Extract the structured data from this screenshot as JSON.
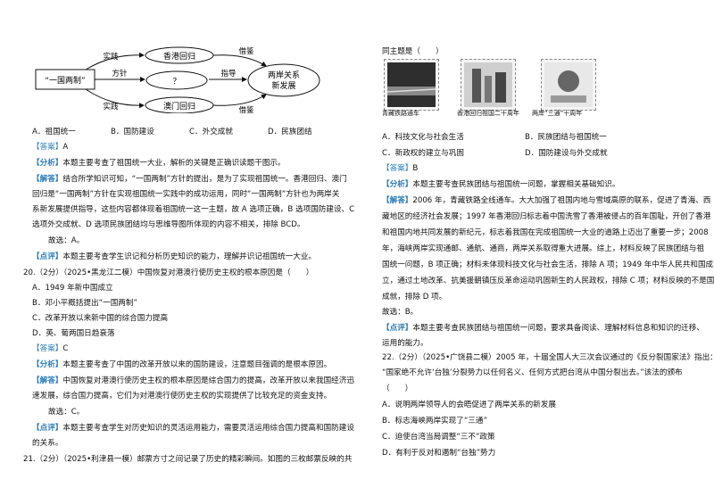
{
  "diagram": {
    "center": "“一国两制”",
    "hk": "香港回归",
    "macau": "澳门回归",
    "question": "？",
    "right": [
      "两岸关系",
      "新发展"
    ],
    "left_top": "实践",
    "left_mid": "方针",
    "left_bottom": "实践",
    "mid_guide": "指导",
    "right_top": "借鉴",
    "right_bottom": "借鉴"
  },
  "left": {
    "q19_options": [
      "A．祖国统一",
      "B．国防建设",
      "C．外交成就",
      "D．民族团结"
    ],
    "q19_answer_tag": "【答案】",
    "q19_answer": "A",
    "q19_analysis_tag": "【分析】",
    "q19_analysis": "本题主要考查了祖国统一大业，解析的关键是正确识读题干图示。",
    "q19_explain_tag": "【解答】",
    "q19_explain": [
      "结合所学知识可知，“一国两制”方针的提出，是为了实现祖国统一。香港回归、澳门",
      "回归是“一国两制”方针在实现祖国统一实践中的成功运用，同时“一国两制”方针也为两岸关",
      "系新发展提供指导，这些内容都体现着祖国统一这一主题，故 A 选项正确，B 选项国防建设、C",
      "选项外交成就、D 选项民族团结均与思维导图所体现的内容不相关，排除 BCD。",
      "故选：A。"
    ],
    "q19_comment_tag": "【点评】",
    "q19_comment": "本题主要考查学生识记和分析历史知识的能力，理解并识记祖国统一大业。",
    "q20_stem": "20.（2分）（2025•黑龙江二模）中国恢复对港澳行使历史主权的根本原因是（　　）",
    "q20_options": [
      "A．1949 年新中国成立",
      "B．邓小平概括提出“一国两制”",
      "C．改革开放以来新中国的综合国力提高",
      "D．英、葡两国日趋衰落"
    ],
    "q20_answer_tag": "【答案】",
    "q20_answer": "C",
    "q20_analysis_tag": "【分析】",
    "q20_analysis": "本题主要考查了中国的改革开放以来的国防建设，注意题目强调的是根本原因。",
    "q20_explain_tag": "【解答】",
    "q20_explain": [
      "中国恢复对港澳行使历史主权的根本原因是综合国力的提高，改革开放以来我国经济迅",
      "速发展，综合国力提高，它们为对港澳行使历史主权的实现提供了比较充足的资金支持。",
      "故选：C。"
    ],
    "q20_comment_tag": "【点评】",
    "q20_comment": [
      "本题主要考查学生对历史知识的灵活运用能力，需要灵活运用综合国力提高和国防建设",
      "的关系。"
    ],
    "q21_stem": "21.（2分）（2025•利津县一模）邮票方寸之间记录了历史的精彩瞬间。如图的三枚邮票反映的共"
  },
  "right": {
    "q21_cont": "同主题是（　　）",
    "stamps": [
      "青藏铁路通车",
      "香港回归祖国二十周年",
      "两岸“三通”十周年"
    ],
    "q21_options": [
      "A．科技文化与社会生活",
      "B．民族团结与祖国统一",
      "C．新政权的建立与巩固",
      "D．国防建设与外交成就"
    ],
    "q21_answer_tag": "【答案】",
    "q21_answer": "B",
    "q21_analysis_tag": "【分析】",
    "q21_analysis": "本题主要考查民族团结与祖国统一问题，掌握相关基础知识。",
    "q21_explain_tag": "【解答】",
    "q21_explain": [
      "2006 年，青藏铁路全线通车。大大加强了祖国内地与雪域高原的联系，促进了青海、西",
      "藏地区的经济社会发展；1997 年香港回归标志着中国洗雪了香港被侵占的百年国耻，开创了香港",
      "和祖国内地共同发展的新纪元，标志着我国在完成祖国统一大业的道路上迈出了重要一步；2008",
      "年，海峡两岸实现通邮、通航、通商，两岸关系取得重大进展。综上，材料反映了民族团结与祖",
      "国统一问题，B 项正确；材料未体现科技文化与社会生活，排除 A 项；1949 年中华人民共和国成",
      "立，通过土地改革、抗美援朝镇压反革命运动巩固新生的人民政权，排除 C 项；材料反映的不是国防和外交",
      "成就，排除 D 项。",
      "故选：B。"
    ],
    "q21_comment_tag": "【点评】",
    "q21_comment": [
      "本题主要考查民族团结与祖国统一问题，要求具备阅读、理解材料信息和知识的迁移、",
      "运用的能力。"
    ],
    "q22_stem": [
      "22.（2分）（2025•广饶县二模）2005 年，十届全国人大三次会议通过的《反分裂国家法》指出：",
      "“国家绝不允许‘台独’分裂势力以任何名义、任何方式把台湾从中国分裂出去。”该法的颁布",
      "（　　）"
    ],
    "q22_options": [
      "A．说明两岸领导人的会晤促进了两岸关系的新发展",
      "B．标志海峡两岸实现了“三通”",
      "C．迫使台湾当局调整“三不”政策",
      "D．有利于反对和遏制“台独”势力"
    ]
  }
}
